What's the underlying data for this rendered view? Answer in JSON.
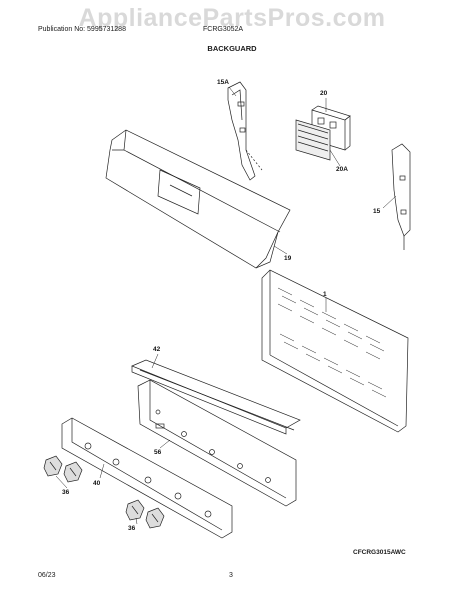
{
  "header": {
    "publication": "Publication No: 5995731288",
    "model": "FCRG3052A",
    "title": "BACKGUARD"
  },
  "watermark": "AppliancePartsPros.com",
  "diagram_code": "CFCRG3015AWC",
  "footer": {
    "date": "06/23",
    "page": "3"
  },
  "parts": {
    "p15A": "15A",
    "p20": "20",
    "p20A": "20A",
    "p15": "15",
    "p19": "19",
    "p1": "1",
    "p42": "42",
    "p56": "56",
    "p40": "40",
    "p36a": "36",
    "p36b": "36"
  }
}
